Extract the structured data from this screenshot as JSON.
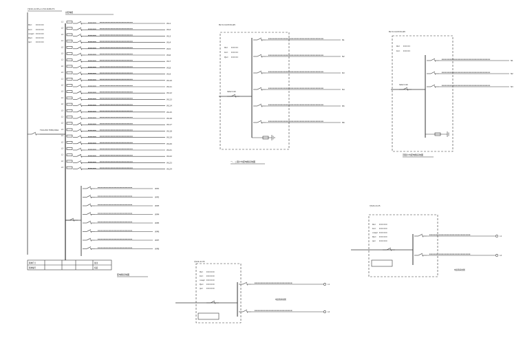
{
  "diagrams": {
    "main_panel": {
      "caption": "配电箱系统图",
      "incoming_label": "YJV22-4×95+1×50-SC80-FC",
      "header_label": "总配电柜",
      "params": [
        "Pe=",
        "Kx=",
        "cosφ=",
        "Pjs=",
        "Ijs="
      ],
      "main_breaker": "T1N-250 TMD/200A",
      "branches": [
        "WL1",
        "WL2",
        "WL3",
        "WL4",
        "WL5",
        "WL6",
        "WL7",
        "WL8",
        "WL9",
        "WL10",
        "WL11",
        "WL12",
        "WL13",
        "WL14",
        "WL15",
        "WL16",
        "WL17",
        "WL18",
        "WL19",
        "WL20",
        "WL21",
        "WL22",
        "WL23",
        "WL24"
      ],
      "branch_tags": [
        "L1",
        "L2",
        "L3"
      ],
      "lower_branches": [
        "WP1",
        "WP2",
        "WP3",
        "WP4",
        "WP5",
        "WP6",
        "WP7",
        "WP8"
      ],
      "table_rows": [
        [
          "箱体尺寸",
          "",
          "",
          "",
          "备注"
        ],
        [
          "箱体编号",
          "",
          "",
          "",
          "暗装"
        ]
      ]
    },
    "panel_b": {
      "caption": "一、二层户内配电箱系统图",
      "incoming": "BV-3×10-PC32-WC",
      "params": [
        "Pe=",
        "Kx=",
        "Pjs="
      ],
      "main_breaker": "S262 C40",
      "branches": [
        "N1",
        "N2",
        "N3",
        "N4",
        "N5",
        "N6"
      ]
    },
    "panel_c": {
      "caption": "顶层户内配电箱系统图",
      "incoming": "BV-3×10-PC32-WC",
      "params": [
        "Pe=",
        "Kx="
      ],
      "main_breaker": "S262 C40",
      "branches": [
        "N1",
        "N2",
        "N3"
      ]
    },
    "panel_d": {
      "caption": "电表箱系统图",
      "incoming": "YJV22-4×35",
      "params": [
        "Pe=",
        "Kx=",
        "cosφ=",
        "Pjs=",
        "Ijs="
      ],
      "outputs": [
        "L1",
        "L2"
      ]
    },
    "panel_e": {
      "caption": "电表箱系统图",
      "incoming": "YJV22-4×25",
      "params": [
        "Pe=",
        "Kx=",
        "cosφ=",
        "Pjs=",
        "Ijs="
      ],
      "outputs": [
        "L1",
        "L2"
      ]
    }
  },
  "colors": {
    "line": "#333333",
    "text": "#222222",
    "background": "#ffffff"
  }
}
